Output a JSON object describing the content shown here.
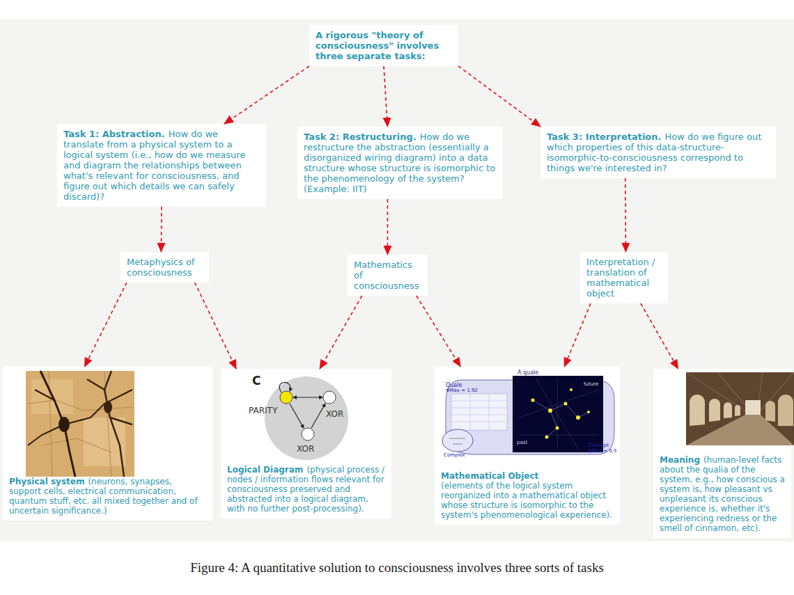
{
  "diagram": {
    "caption": "Figure 4: A quantitative solution to consciousness involves three sorts of tasks",
    "nodes": [
      {
        "text": [
          "A rigorous \"theory of consciousness\" involves three separate tasks:"
        ]
      },
      {
        "text": [
          "Task 1: Abstraction.",
          "How do we translate from a physical system to a logical system (i.e., how do we measure and diagram the relationships between what's relevant for consciousness, and figure out which details we can safely discard)?"
        ]
      },
      {
        "text": [
          "Task 2: Restructuring.",
          "How do we restructure the abstraction (essentially a disorganized wiring diagram) into a data structure whose structure is isomorphic to the phenomenology of the system? (Example: IIT)"
        ]
      },
      {
        "text": [
          "Task 3: Interpretation.",
          "How do we figure out which properties of this data-structure-isomorphic-to-consciousness correspond to things we're interested in?"
        ]
      },
      {
        "text": [
          "Metaphysics of consciousness"
        ]
      },
      {
        "text": [
          "Mathematics of consciousness"
        ]
      },
      {
        "text": [
          "Interpretation / translation of mathematical object"
        ]
      },
      {
        "text": [
          "Physical system",
          "(neurons, synapses, support cells, electrical communication, quantum stuff, etc. all mixed together and of uncertain significance.)"
        ]
      },
      {
        "text": [
          "Logical Diagram",
          "(physical process / nodes / information flows relevant for consciousness preserved and abstracted into a logical diagram, with no further post-processing)."
        ]
      },
      {
        "text": [
          "Mathematical Object",
          "(elements of the logical system reorganized into a mathematical object whose structure is isomorphic to the system's phenomenological experience)."
        ]
      },
      {
        "text": [
          "Meaning",
          "(human-level facts about the qualia of the system, e.g., how conscious a system is, how pleasant vs unpleasant its conscious experience is, whether it's experiencing redness or the smell of cinnamon, etc)."
        ]
      }
    ],
    "edges": [
      {
        "from": 0,
        "to": 1,
        "arrow": "to"
      },
      {
        "from": 0,
        "to": 2,
        "arrow": "to"
      },
      {
        "from": 0,
        "to": 3,
        "arrow": "to"
      },
      {
        "from": 1,
        "to": 4,
        "arrow": "to"
      },
      {
        "from": 2,
        "to": 5,
        "arrow": "to"
      },
      {
        "from": 3,
        "to": 6,
        "arrow": "to"
      },
      {
        "from": 4,
        "to": 7,
        "arrow": "to"
      },
      {
        "from": 4,
        "to": 8,
        "arrow": "to"
      },
      {
        "from": 5,
        "to": 8,
        "arrow": "to"
      },
      {
        "from": 5,
        "to": 9,
        "arrow": "to"
      },
      {
        "from": 6,
        "to": 9,
        "arrow": "to"
      },
      {
        "from": 6,
        "to": 10,
        "arrow": "to"
      }
    ],
    "labels": [
      "C",
      "PARITY",
      "XOR",
      "XOR",
      "A quale",
      "Quale",
      "ΦMax = 1.92",
      "future",
      "past",
      "Concept",
      "φMax = 0.5",
      "Complex"
    ]
  }
}
